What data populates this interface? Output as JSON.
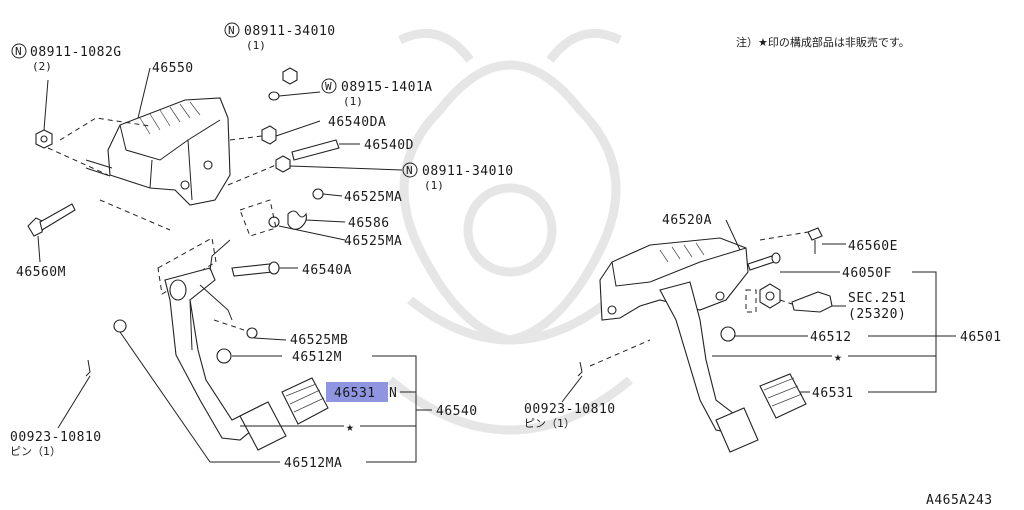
{
  "note": "注）★印の構成部品は非販売です。",
  "diagram_code": "A465A243",
  "highlight_color": "#8f95e0",
  "callouts": {
    "n_08911_1082g": {
      "prefix": "N",
      "part": "08911-1082G",
      "qty": "(2)"
    },
    "n_08911_34010_top": {
      "prefix": "N",
      "part": "08911-34010",
      "qty": "(1)"
    },
    "w_08915_1401a": {
      "prefix": "W",
      "part": "08915-1401A",
      "qty": "(1)"
    },
    "n_08911_34010_mid": {
      "prefix": "N",
      "part": "08911-34010",
      "qty": "(1)"
    },
    "p46550": "46550",
    "p46540da": "46540DA",
    "p46540d": "46540D",
    "p46525ma_top": "46525MA",
    "p46586": "46586",
    "p46525ma_bot": "46525MA",
    "p46560m": "46560M",
    "p46540a": "46540A",
    "p46525mb": "46525MB",
    "p46512m": "46512M",
    "p46531_left": "46531",
    "n_suffix": "N",
    "p46540": "46540",
    "star_left": "★",
    "p46512ma": "46512MA",
    "pin_left_part": "00923-10810",
    "pin_left_desc": "ピン（1）",
    "p46520a": "46520A",
    "p46560e": "46560E",
    "p46050f": "46050F",
    "sec251": "SEC.251",
    "sec251_sub": "(25320)",
    "p46512_right": "46512",
    "p46501": "46501",
    "star_right": "★",
    "p46531_right": "46531",
    "pin_right_part": "00923-10810",
    "pin_right_desc": "ピン（1）"
  }
}
